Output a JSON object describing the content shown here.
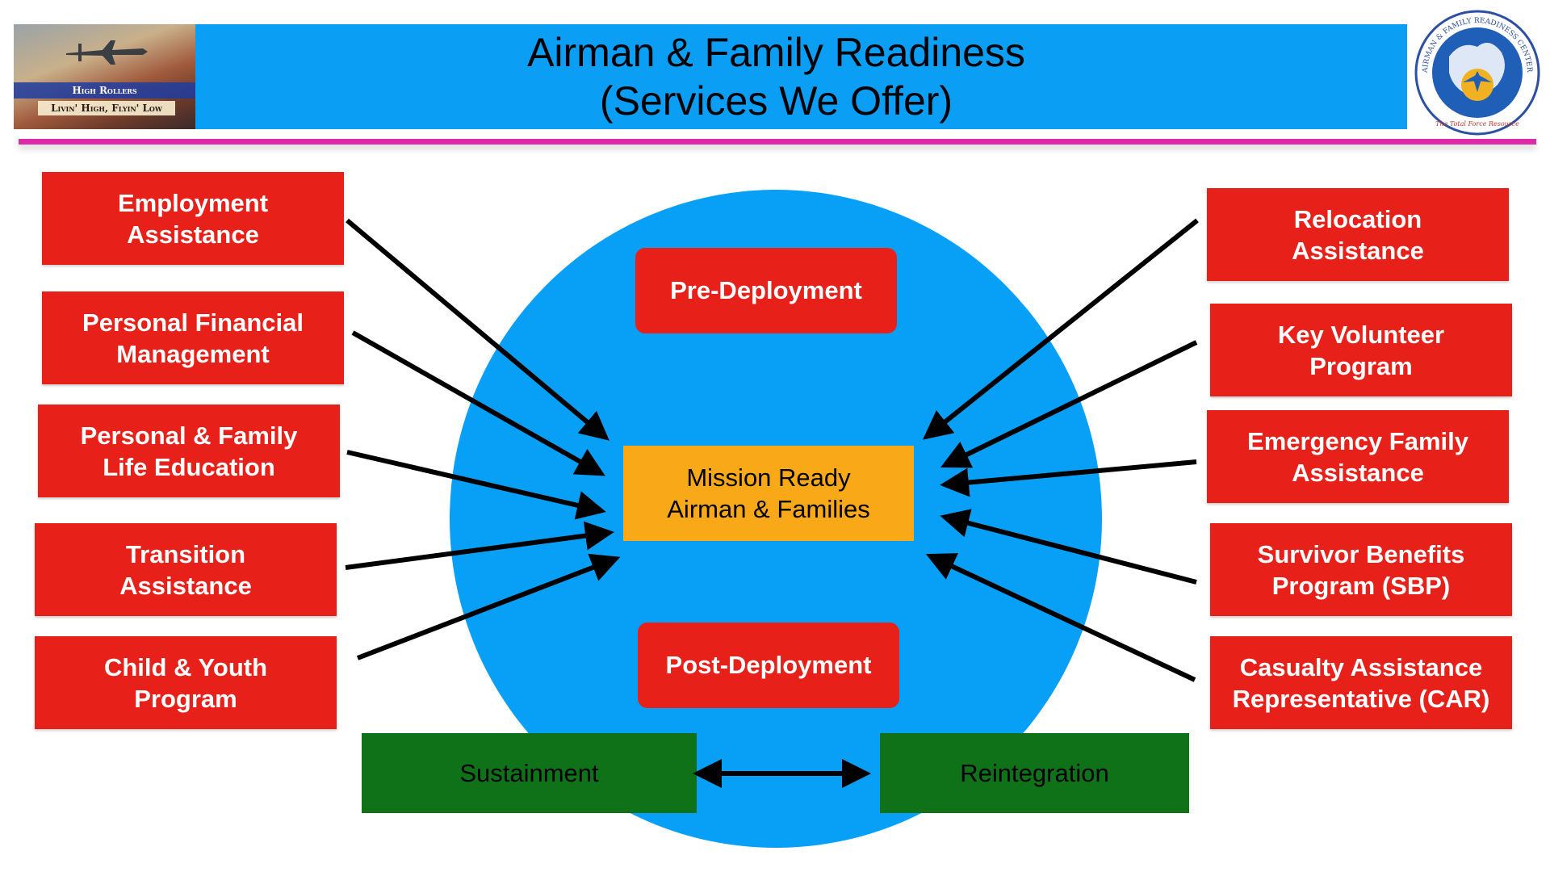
{
  "header": {
    "title_line1": "Airman & Family Readiness",
    "title_line2": "(Services We Offer)",
    "logo_left": {
      "line1": "High Rollers",
      "line2": "Livin' High, Flyin' Low"
    },
    "logo_right": {
      "ring_text": "AIRMAN & FAMILY READINESS CENTER",
      "motto": "The Total Force Resource"
    }
  },
  "left_services": [
    {
      "line1": "Employment",
      "line2": "Assistance"
    },
    {
      "line1": "Personal Financial",
      "line2": "Management"
    },
    {
      "line1": "Personal & Family",
      "line2": "Life Education"
    },
    {
      "line1": "Transition",
      "line2": "Assistance"
    },
    {
      "line1": "Child & Youth",
      "line2": "Program"
    }
  ],
  "right_services": [
    {
      "line1": "Relocation",
      "line2": "Assistance"
    },
    {
      "line1": "Key Volunteer",
      "line2": "Program"
    },
    {
      "line1": "Emergency Family",
      "line2": "Assistance"
    },
    {
      "line1": "Survivor Benefits",
      "line2": "Program (SBP)"
    },
    {
      "line1": "Casualty Assistance",
      "line2": "Representative (CAR)"
    }
  ],
  "center": {
    "pre_deployment": "Pre-Deployment",
    "core_line1": "Mission Ready",
    "core_line2": "Airman & Families",
    "post_deployment": "Post-Deployment"
  },
  "bottom": {
    "left": "Sustainment",
    "right": "Reintegration"
  },
  "colors": {
    "header_blue": "#0b9ef5",
    "circle_blue": "#08a0f7",
    "service_red": "#e8201a",
    "core_orange": "#f9a918",
    "phase_green": "#0f7219",
    "divider_magenta": "#de2aa8"
  }
}
